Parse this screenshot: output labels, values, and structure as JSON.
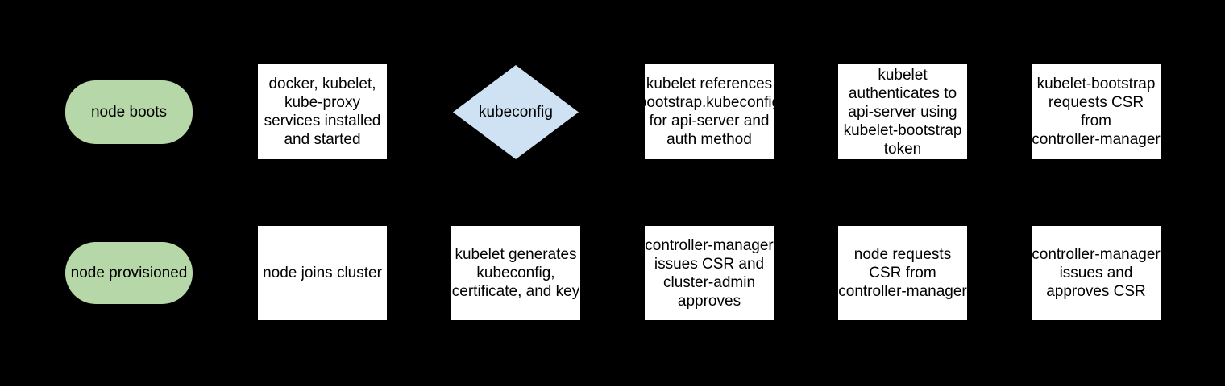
{
  "diagram": {
    "background": "#000000",
    "colors": {
      "terminal_fill": "#b6d7a8",
      "process_fill": "#ffffff",
      "decision_fill": "#cfe2f3",
      "text": "#000000"
    },
    "nodes": [
      {
        "id": "node-boots",
        "shape": "terminal",
        "label": "node boots"
      },
      {
        "id": "services-installed",
        "shape": "process",
        "label": "docker, kubelet,\nkube-proxy\nservices installed\nand started"
      },
      {
        "id": "kubeconfig-decision",
        "shape": "decision",
        "label": "kubeconfig"
      },
      {
        "id": "kubelet-references-bootstrap",
        "shape": "process",
        "label": "kubelet references\nbootstrap.kubeconfig\nfor api-server and\nauth method"
      },
      {
        "id": "kubelet-authenticates",
        "shape": "process",
        "label": "kubelet\nauthenticates to\napi-server using\nkubelet-bootstrap\ntoken"
      },
      {
        "id": "kubelet-bootstrap-requests-csr",
        "shape": "process",
        "label": "kubelet-bootstrap\nrequests CSR\nfrom\ncontroller-manager"
      },
      {
        "id": "node-provisioned",
        "shape": "terminal",
        "label": "node provisioned"
      },
      {
        "id": "node-joins-cluster",
        "shape": "process",
        "label": "node joins cluster"
      },
      {
        "id": "kubelet-generates-kubeconfig",
        "shape": "process",
        "label": "kubelet generates\nkubeconfig,\ncertificate, and key"
      },
      {
        "id": "cm-issues-csr-admin-approves",
        "shape": "process",
        "label": "controller-manager\nissues CSR and\ncluster-admin\napproves"
      },
      {
        "id": "node-requests-csr",
        "shape": "process",
        "label": "node requests\nCSR from\ncontroller-manager"
      },
      {
        "id": "cm-issues-and-approves-csr",
        "shape": "process",
        "label": "controller-manager\nissues and\napproves CSR"
      }
    ]
  }
}
